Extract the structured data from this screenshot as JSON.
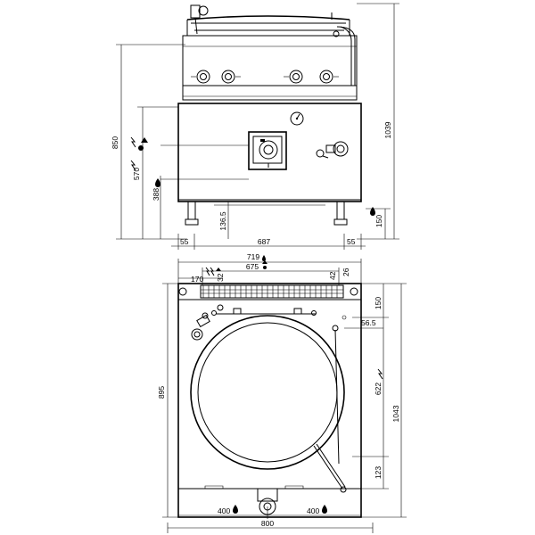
{
  "front_view": {
    "dimensions": {
      "total_height": "1039",
      "body_height": "850",
      "gas_height": "570",
      "water_height": "388",
      "leg_height": "136.5",
      "drain_height": "150",
      "left_offset": "55",
      "inner_width": "687",
      "right_offset": "55"
    }
  },
  "top_view": {
    "dimensions": {
      "width_719": "719",
      "width_675": "675",
      "offset_170": "170",
      "offset_32": "32",
      "offset_42": "42",
      "offset_26": "26",
      "depth_895": "895",
      "depth_1043": "1043",
      "depth_150": "150",
      "offset_56_5": "56.5",
      "depth_622": "622",
      "depth_123": "123",
      "bottom_400_left": "400",
      "bottom_400_right": "400",
      "total_width": "800"
    }
  },
  "icons": [
    "gas-icon",
    "electric-icon",
    "water-icon",
    "drain-icon",
    "pressure-gauge-icon",
    "valve-icon",
    "tap-icon"
  ]
}
